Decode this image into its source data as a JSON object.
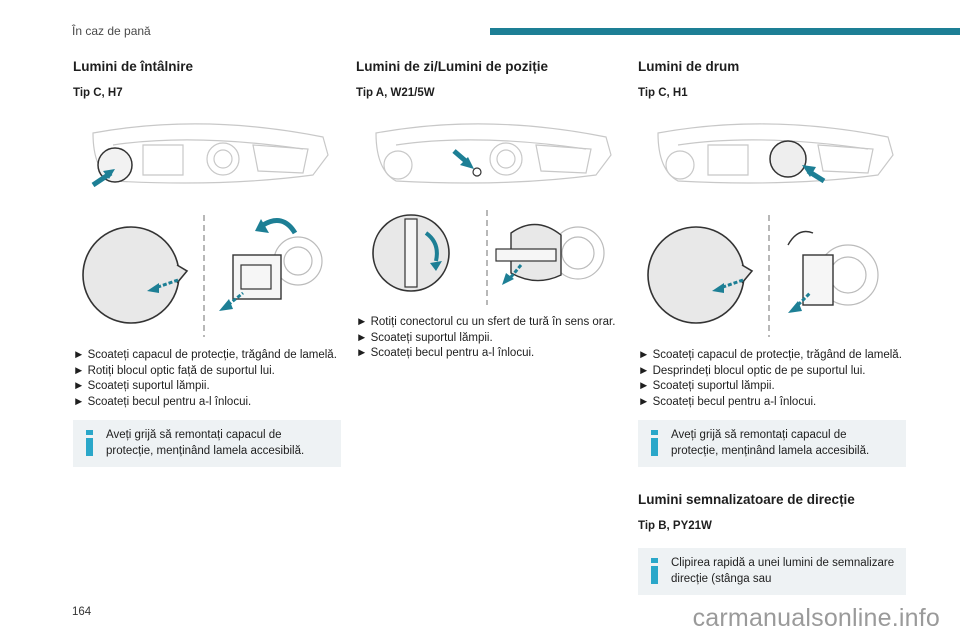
{
  "header": {
    "section": "În caz de pană",
    "accent_color": "#1d7f95"
  },
  "columns": [
    {
      "title": "Lumini de întâlnire",
      "subtitle": "Tip C, H7",
      "steps": [
        "► Scoateți capacul de protecție, trăgând de lamelă.",
        "► Rotiți blocul optic față de suportul lui.",
        "► Scoateți suportul lămpii.",
        "► Scoateți becul pentru a-l înlocui."
      ],
      "note": "Aveți grijă să remontați capacul de protecție, menținând lamela accesibilă."
    },
    {
      "title": "Lumini de zi/Lumini de poziție",
      "subtitle": "Tip A, W21/5W",
      "steps": [
        "► Rotiți conectorul cu un sfert de tură în sens orar.",
        "► Scoateți suportul lămpii.",
        "► Scoateți becul pentru a-l înlocui."
      ]
    },
    {
      "title": "Lumini de drum",
      "subtitle": "Tip C, H1",
      "steps": [
        "► Scoateți capacul de protecție, trăgând de lamelă.",
        "► Desprindeți blocul optic de pe suportul lui.",
        "► Scoateți suportul lămpii.",
        "► Scoateți becul pentru a-l înlocui."
      ],
      "note": "Aveți grijă să remontați capacul de protecție, menținând lamela accesibilă."
    }
  ],
  "turn_signals": {
    "title": "Lumini semnalizatoare de direcție",
    "subtitle": "Tip B, PY21W",
    "note": "Clipirea rapidă a unei lumini de semnalizare direcție (stânga sau"
  },
  "page_number": "164",
  "watermark": "carmanualsonline.info",
  "colors": {
    "info_icon": "#2aa7c9",
    "arrow": "#1d7f95",
    "note_bg": "#eef2f4"
  }
}
